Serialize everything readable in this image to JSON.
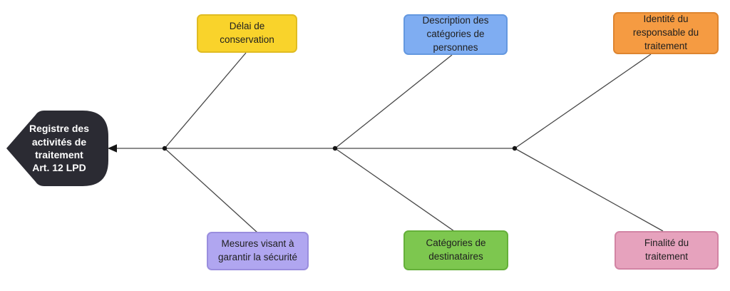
{
  "diagram": {
    "type": "fishbone",
    "background_color": "#ffffff",
    "line_color": "#474747",
    "marker_color": "#161616",
    "head": {
      "label": "Registre des\nactivités de\ntraitement\nArt. 12 LPD",
      "fill": "#2b2b33",
      "text_color": "#ffffff"
    },
    "branches_top": [
      {
        "label": "Délai de\nconservation",
        "fill": "#f9d32b",
        "border": "#e0bc22"
      },
      {
        "label": "Description des\ncatégories de\npersonnes",
        "fill": "#7fadf2",
        "border": "#6498e0"
      },
      {
        "label": "Identité du\nresponsable du\ntraitement",
        "fill": "#f59b42",
        "border": "#de8530"
      }
    ],
    "branches_bottom": [
      {
        "label": "Mesures visant à\ngarantir la sécurité",
        "fill": "#b0a6f0",
        "border": "#9a8ede"
      },
      {
        "label": "Catégories de\ndestinataires",
        "fill": "#7dc74f",
        "border": "#65b03a"
      },
      {
        "label": "Finalité du\ntraitement",
        "fill": "#e6a2bd",
        "border": "#d284a4"
      }
    ]
  }
}
